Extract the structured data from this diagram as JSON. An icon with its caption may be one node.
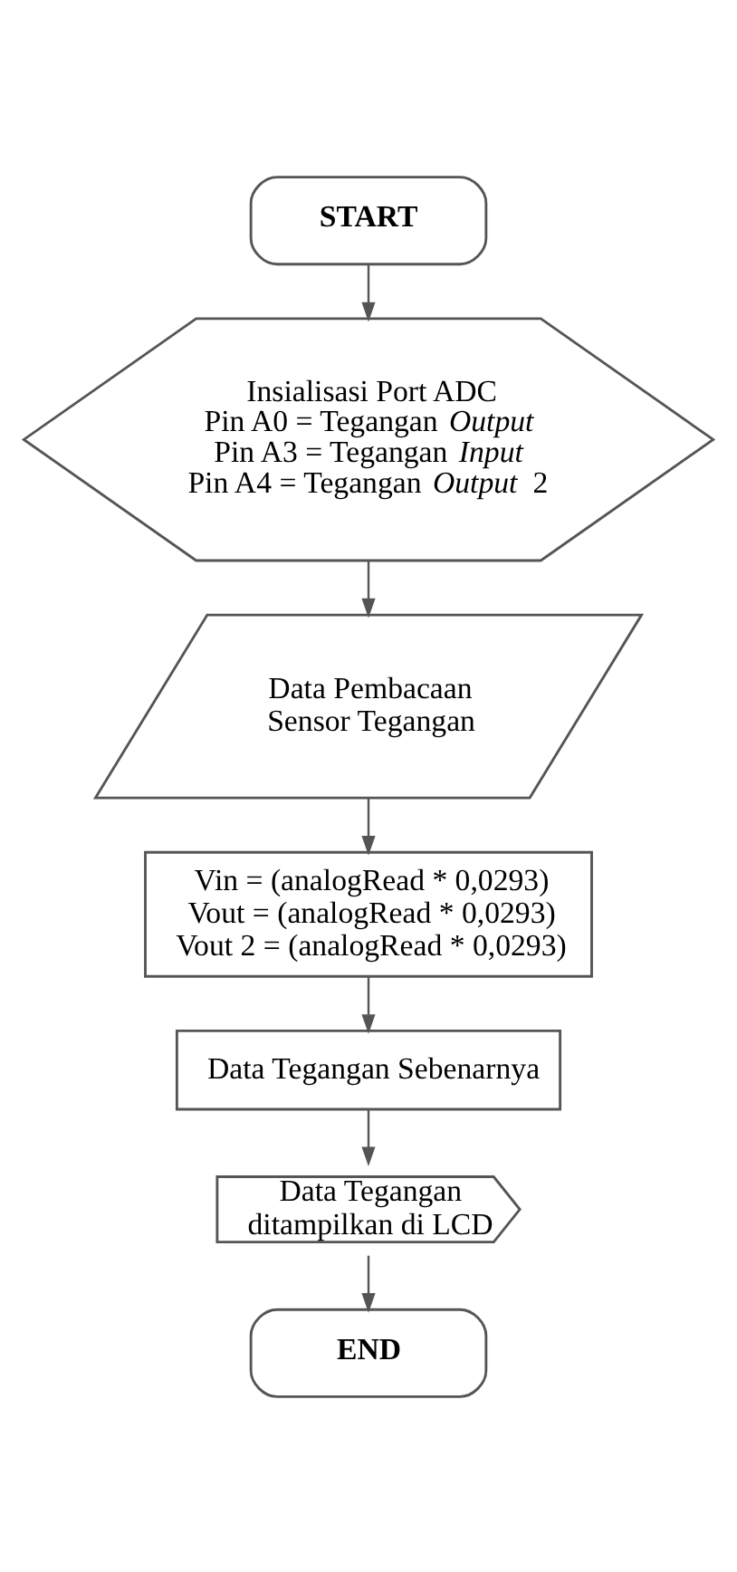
{
  "diagram": {
    "nodes": [
      {
        "text": [
          "START"
        ]
      },
      {
        "text": [
          "Insialisasi Port ADC",
          "Pin A0 = Tegangan *Output*",
          "Pin A3 = Tegangan *Input*",
          "Pin A4 = Tegangan *Output* 2"
        ]
      },
      {
        "text": [
          "Data Pembacaan Sensor Tegangan"
        ]
      },
      {
        "text": [
          "Vin = (analogRead * 0,0293)",
          "Vout = (analogRead * 0,0293)",
          "Vout 2 = (analogRead * 0,0293)"
        ]
      },
      {
        "text": [
          "Data Tegangan Sebenarnya"
        ]
      },
      {
        "text": [
          "Data Tegangan ditampilkan di LCD"
        ]
      },
      {
        "text": [
          "END"
        ]
      }
    ],
    "edges": [
      {
        "from": 0,
        "to": 1,
        "arrow": "to"
      },
      {
        "from": 1,
        "to": 2,
        "arrow": "to"
      },
      {
        "from": 2,
        "to": 3,
        "arrow": "to"
      },
      {
        "from": 3,
        "to": 4,
        "arrow": "to"
      },
      {
        "from": 4,
        "to": 5,
        "arrow": "to"
      },
      {
        "from": 5,
        "to": 6,
        "arrow": "to"
      }
    ]
  }
}
